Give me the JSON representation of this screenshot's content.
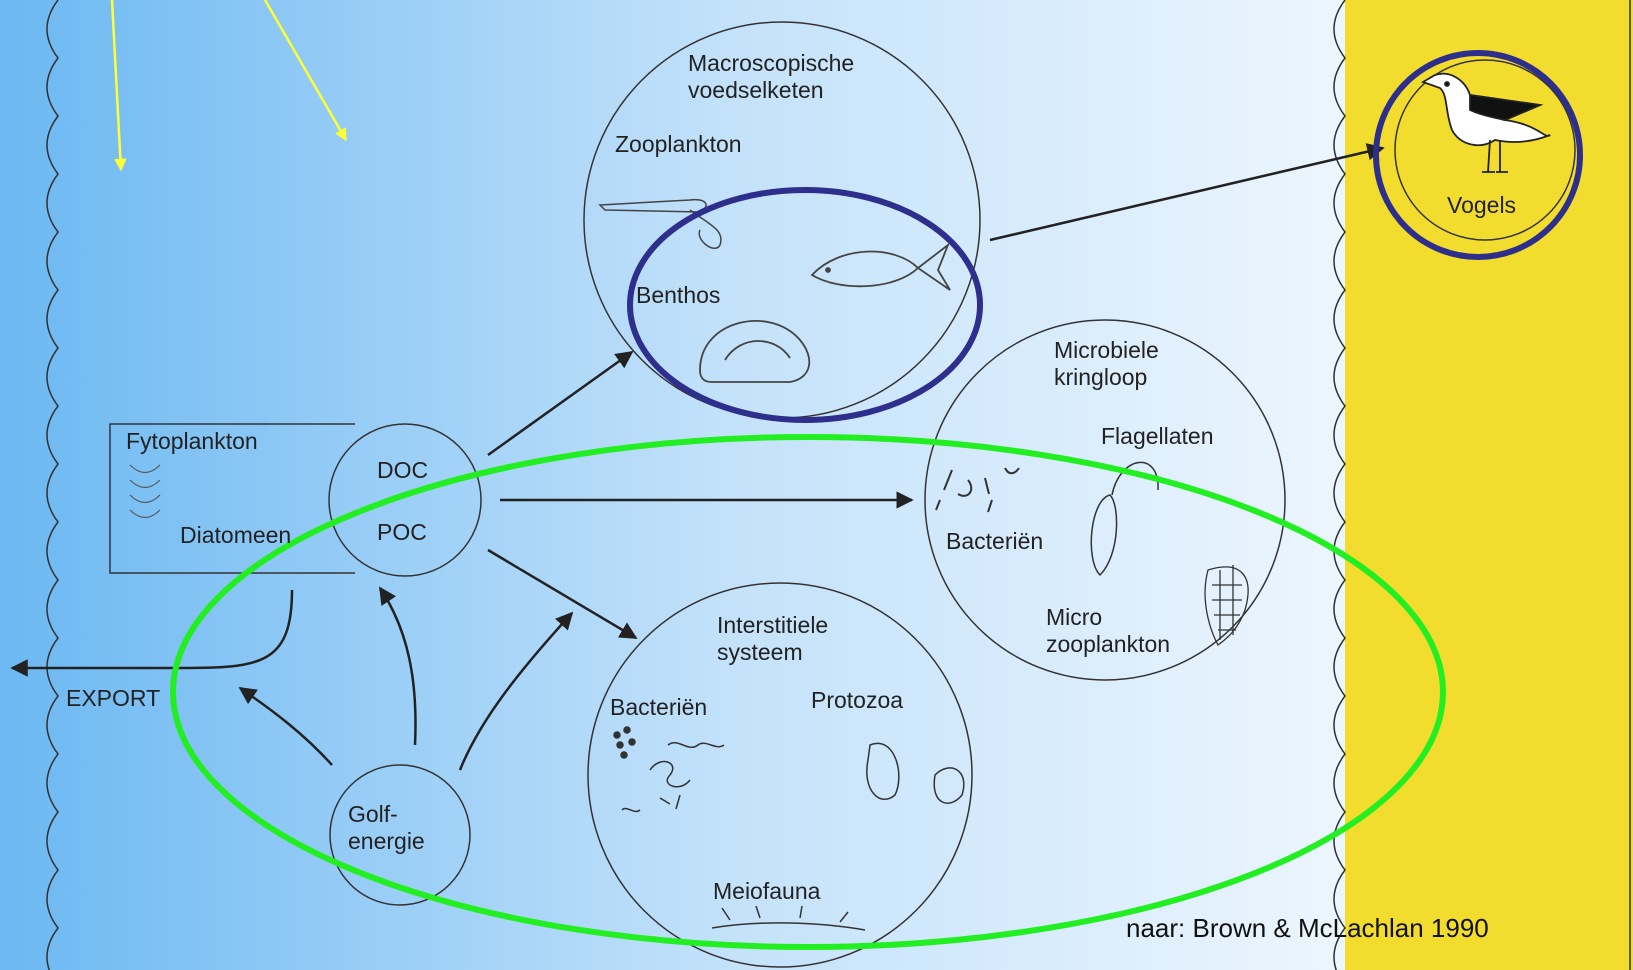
{
  "labels": {
    "macro_title": "Macroscopische\nvoedselketen",
    "zooplankton": "Zooplankton",
    "benthos": "Benthos",
    "vogels": "Vogels",
    "microbial_title": "Microbiele\nkringloop",
    "flagellaten": "Flagellaten",
    "bacterien_micro": "Bacteriën",
    "microzooplankton": "Micro\nzooplankton",
    "fytoplankton": "Fytoplankton",
    "diatomeen": "Diatomeen",
    "doc": "DOC",
    "poc": "POC",
    "export": "EXPORT",
    "interstitial_title": "Interstitiele\nsysteem",
    "bacterien_inter": "Bacteriën",
    "protozoa": "Protozoa",
    "meiofauna": "Meiofauna",
    "golfenergie": "Golf-\nenergie",
    "credit": "naar: Brown & McLachlan 1990"
  },
  "colors": {
    "sea_left": "#6bb8f2",
    "sea_right": "#ffffff",
    "beach": "#f2dc2e",
    "highlight_blue": "#2e2e8c",
    "highlight_green": "#22ee22",
    "sun_arrows": "#ffff33",
    "lines": "#222222"
  }
}
